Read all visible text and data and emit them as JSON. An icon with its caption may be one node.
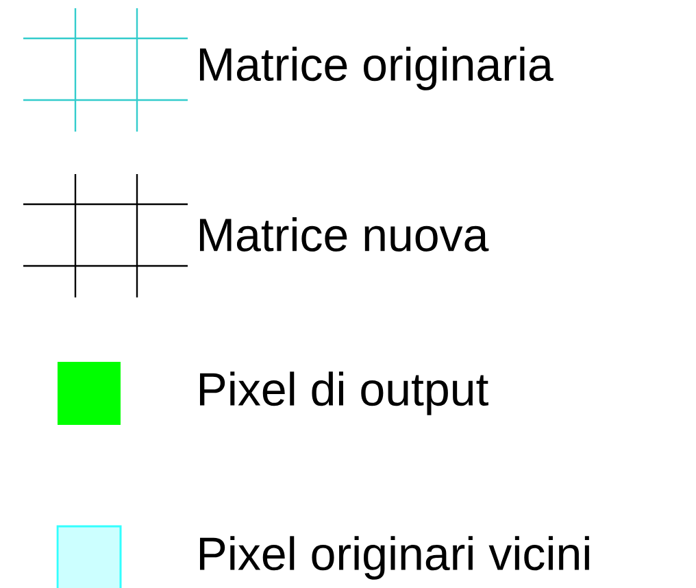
{
  "diagram": {
    "legend": [
      {
        "text": "Matrice originaria"
      },
      {
        "text": "Matrice nuova"
      },
      {
        "text": "Pixel di output",
        "color": "#00ff00"
      },
      {
        "text": "Pixel originari vicini",
        "color": "#ccffff"
      }
    ]
  }
}
